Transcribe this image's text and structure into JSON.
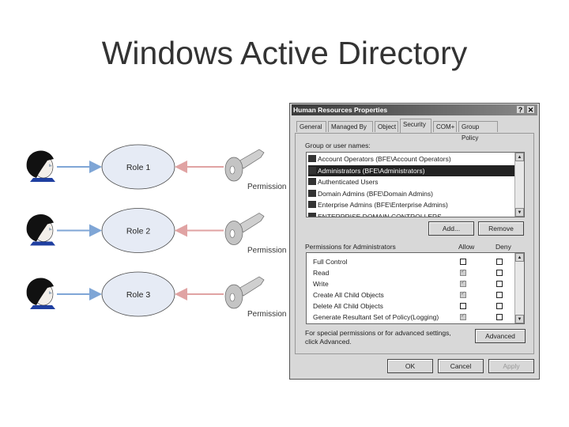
{
  "slide": {
    "title": "Windows Active Directory"
  },
  "diagram": {
    "roles": [
      "Role 1",
      "Role 2",
      "Role 3"
    ],
    "permission_label": "Permission",
    "colors": {
      "user_arrow": "#7fa6d6",
      "permission_arrow": "#e0a3a3",
      "role_fill": "#e6ebf5"
    }
  },
  "dialog": {
    "title": "Human Resources Properties",
    "help_button": "?",
    "close_button": "✕",
    "tabs": [
      {
        "label": "General"
      },
      {
        "label": "Managed By"
      },
      {
        "label": "Object"
      },
      {
        "label": "Security",
        "active": true
      },
      {
        "label": "COM+"
      },
      {
        "label": "Group Policy"
      }
    ],
    "group_label": "Group or user names:",
    "groups": [
      {
        "name": "Account Operators (BFE\\Account Operators)"
      },
      {
        "name": "Administrators (BFE\\Administrators)",
        "selected": true
      },
      {
        "name": "Authenticated Users"
      },
      {
        "name": "Domain Admins (BFE\\Domain Admins)"
      },
      {
        "name": "Enterprise Admins (BFE\\Enterprise Admins)"
      },
      {
        "name": "ENTERPRISE DOMAIN CONTROLLERS"
      }
    ],
    "add_button": "Add...",
    "remove_button": "Remove",
    "permissions_label": "Permissions for Administrators",
    "allow_label": "Allow",
    "deny_label": "Deny",
    "permissions": [
      {
        "name": "Full Control",
        "allow": false,
        "deny": false
      },
      {
        "name": "Read",
        "allow": true,
        "deny": false
      },
      {
        "name": "Write",
        "allow": true,
        "deny": false
      },
      {
        "name": "Create All Child Objects",
        "allow": true,
        "deny": false
      },
      {
        "name": "Delete All Child Objects",
        "allow": false,
        "deny": false
      },
      {
        "name": "Generate Resultant Set of Policy(Logging)",
        "allow": true,
        "deny": false
      }
    ],
    "advanced_text_1": "For special permissions or for advanced settings,",
    "advanced_text_2": "click Advanced.",
    "advanced_button": "Advanced",
    "ok_button": "OK",
    "cancel_button": "Cancel",
    "apply_button": "Apply"
  }
}
